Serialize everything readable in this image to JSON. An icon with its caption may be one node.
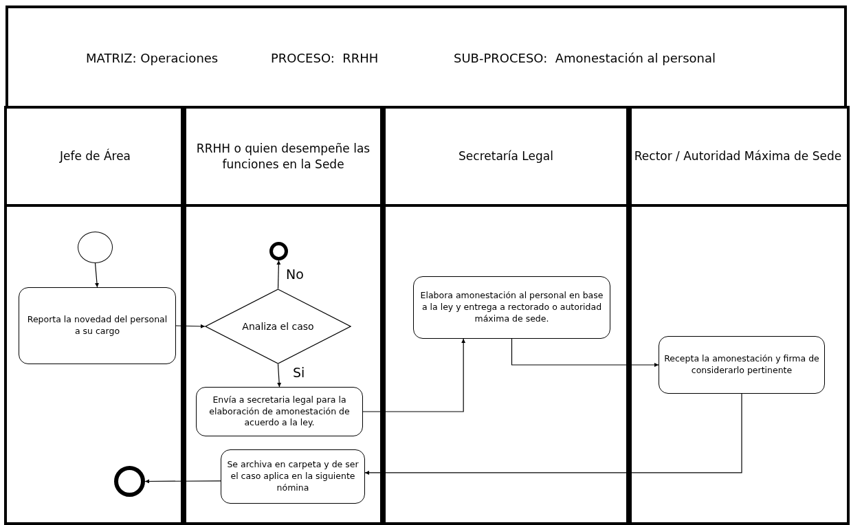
{
  "diagram": {
    "nodes": [
      {
        "text": [
          "Jefe de Área"
        ]
      },
      {
        "text": [
          "RRHH o quien desempeñe las funciones en la Sede"
        ]
      },
      {
        "text": [
          "Secretaría Legal"
        ]
      },
      {
        "text": [
          "Rector / Autoridad Máxima de Sede"
        ]
      },
      {
        "text": [],
        "shape": "circle",
        "in": 0
      },
      {
        "text": [
          "Reporta la novedad del personal a su cargo"
        ],
        "in": 0
      },
      {
        "text": [],
        "shape": "circle",
        "in": 1
      },
      {
        "text": [
          "Analiza el caso"
        ],
        "in": 1
      },
      {
        "text": [
          "Envía a secretaria legal para la elaboración de amonestación de acuerdo a la ley."
        ],
        "in": 1
      },
      {
        "text": [
          "Se archiva en carpeta y de ser el caso aplica en la siguiente nómina"
        ],
        "in": 1
      },
      {
        "text": [],
        "shape": "circle",
        "in": 0
      },
      {
        "text": [
          "Elabora amonestación al personal en base a la ley y entrega a rectorado o autoridad máxima de sede."
        ],
        "in": 2
      },
      {
        "text": [
          "Recepta la amonestación y firma de considerarlo pertinente"
        ],
        "in": 3
      }
    ],
    "edges": [
      {
        "from": 4,
        "to": 5,
        "arrow": "to"
      },
      {
        "from": 5,
        "to": 7,
        "arrow": "to"
      },
      {
        "from": 7,
        "to": 6,
        "arrow": "to",
        "label": "No"
      },
      {
        "from": 7,
        "to": 8,
        "arrow": "to",
        "label": "Si"
      },
      {
        "from": 8,
        "to": 11,
        "arrow": "to"
      },
      {
        "from": 11,
        "to": 12,
        "arrow": "to"
      },
      {
        "from": 12,
        "to": 9,
        "arrow": "to"
      },
      {
        "from": 9,
        "to": 10,
        "arrow": "to"
      }
    ],
    "labels": [
      "MATRIZ: Operaciones",
      "PROCESO:  RRHH",
      "SUB-PROCESO:  Amonestación al personal"
    ]
  }
}
